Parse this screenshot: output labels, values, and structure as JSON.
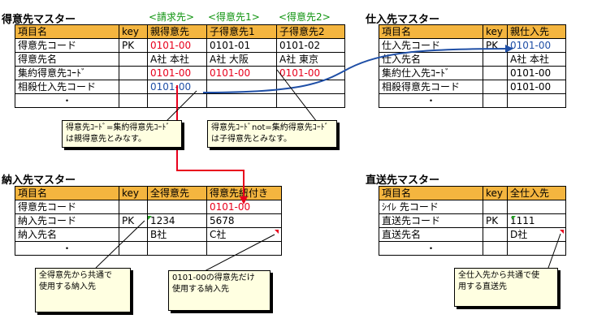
{
  "tokui": {
    "title": "得意先マスター",
    "groups": [
      "<請求先>",
      "<得意先1>",
      "<得意先2>"
    ],
    "headers": [
      "項目名",
      "key",
      "親得意先",
      "子得意先1",
      "子得意先2"
    ],
    "rows": [
      [
        "得意先コード",
        "PK",
        "0101-00",
        "0101-01",
        "0101-02"
      ],
      [
        "得意先名",
        "",
        "A社 本社",
        "A社 大阪",
        "A社 東京"
      ],
      [
        "集約得意先ｺｰﾄﾞ",
        "",
        "0101-00",
        "0101-00",
        "0101-00"
      ],
      [
        "相殺仕入先コード",
        "",
        "0101-00",
        "",
        ""
      ],
      [
        "・",
        "",
        "",
        "",
        ""
      ]
    ]
  },
  "shiire": {
    "title": "仕入先マスター",
    "headers": [
      "項目名",
      "key",
      "親仕入先"
    ],
    "rows": [
      [
        "仕入先コード",
        "PK",
        "0101-00"
      ],
      [
        "仕入先名",
        "",
        "A社 本社"
      ],
      [
        "集約仕入先ｺｰﾄﾞ",
        "",
        "0101-00"
      ],
      [
        "相殺得意先コード",
        "",
        "0101-00"
      ],
      [
        "・",
        "",
        ""
      ]
    ]
  },
  "nonyu": {
    "title": "納入先マスター",
    "headers": [
      "項目名",
      "key",
      "全得意先",
      "得意先紐付き"
    ],
    "rows": [
      [
        "得意先コード",
        "",
        "",
        "0101-00"
      ],
      [
        "納入先コード",
        "PK",
        "1234",
        "5678"
      ],
      [
        "納入先名",
        "",
        "B社",
        "C社"
      ],
      [
        "・",
        "",
        "",
        ""
      ]
    ]
  },
  "chokuso": {
    "title": "直送先マスター",
    "headers": [
      "項目名",
      "key",
      "全仕入先"
    ],
    "rows": [
      [
        "ｼｲﾚ 先コード",
        "",
        ""
      ],
      [
        "直送先コード",
        "PK",
        "1111"
      ],
      [
        "直送先名",
        "",
        "D社"
      ],
      [
        "・",
        "",
        ""
      ]
    ]
  },
  "notes": {
    "n1": [
      "得意先ｺｰﾄﾞ=集約得意先ｺｰﾄﾞ",
      "は親得意先とみなす。"
    ],
    "n2": [
      "得意先ｺｰﾄﾞnot=集約得意先ｺｰﾄﾞ",
      "は子得意先とみなす。"
    ],
    "n3": [
      "全得意先から共通で",
      "使用する納入先"
    ],
    "n4": [
      "0101-00の得意先だけ",
      "使用する納入先"
    ],
    "n5": [
      "全仕入先から共通で使",
      "用する直送先"
    ]
  },
  "colors": {
    "header": "#f4b53f",
    "red": "#e8001c",
    "blue": "#1f4fa6",
    "green": "#109410",
    "note": "#ffffe1"
  }
}
